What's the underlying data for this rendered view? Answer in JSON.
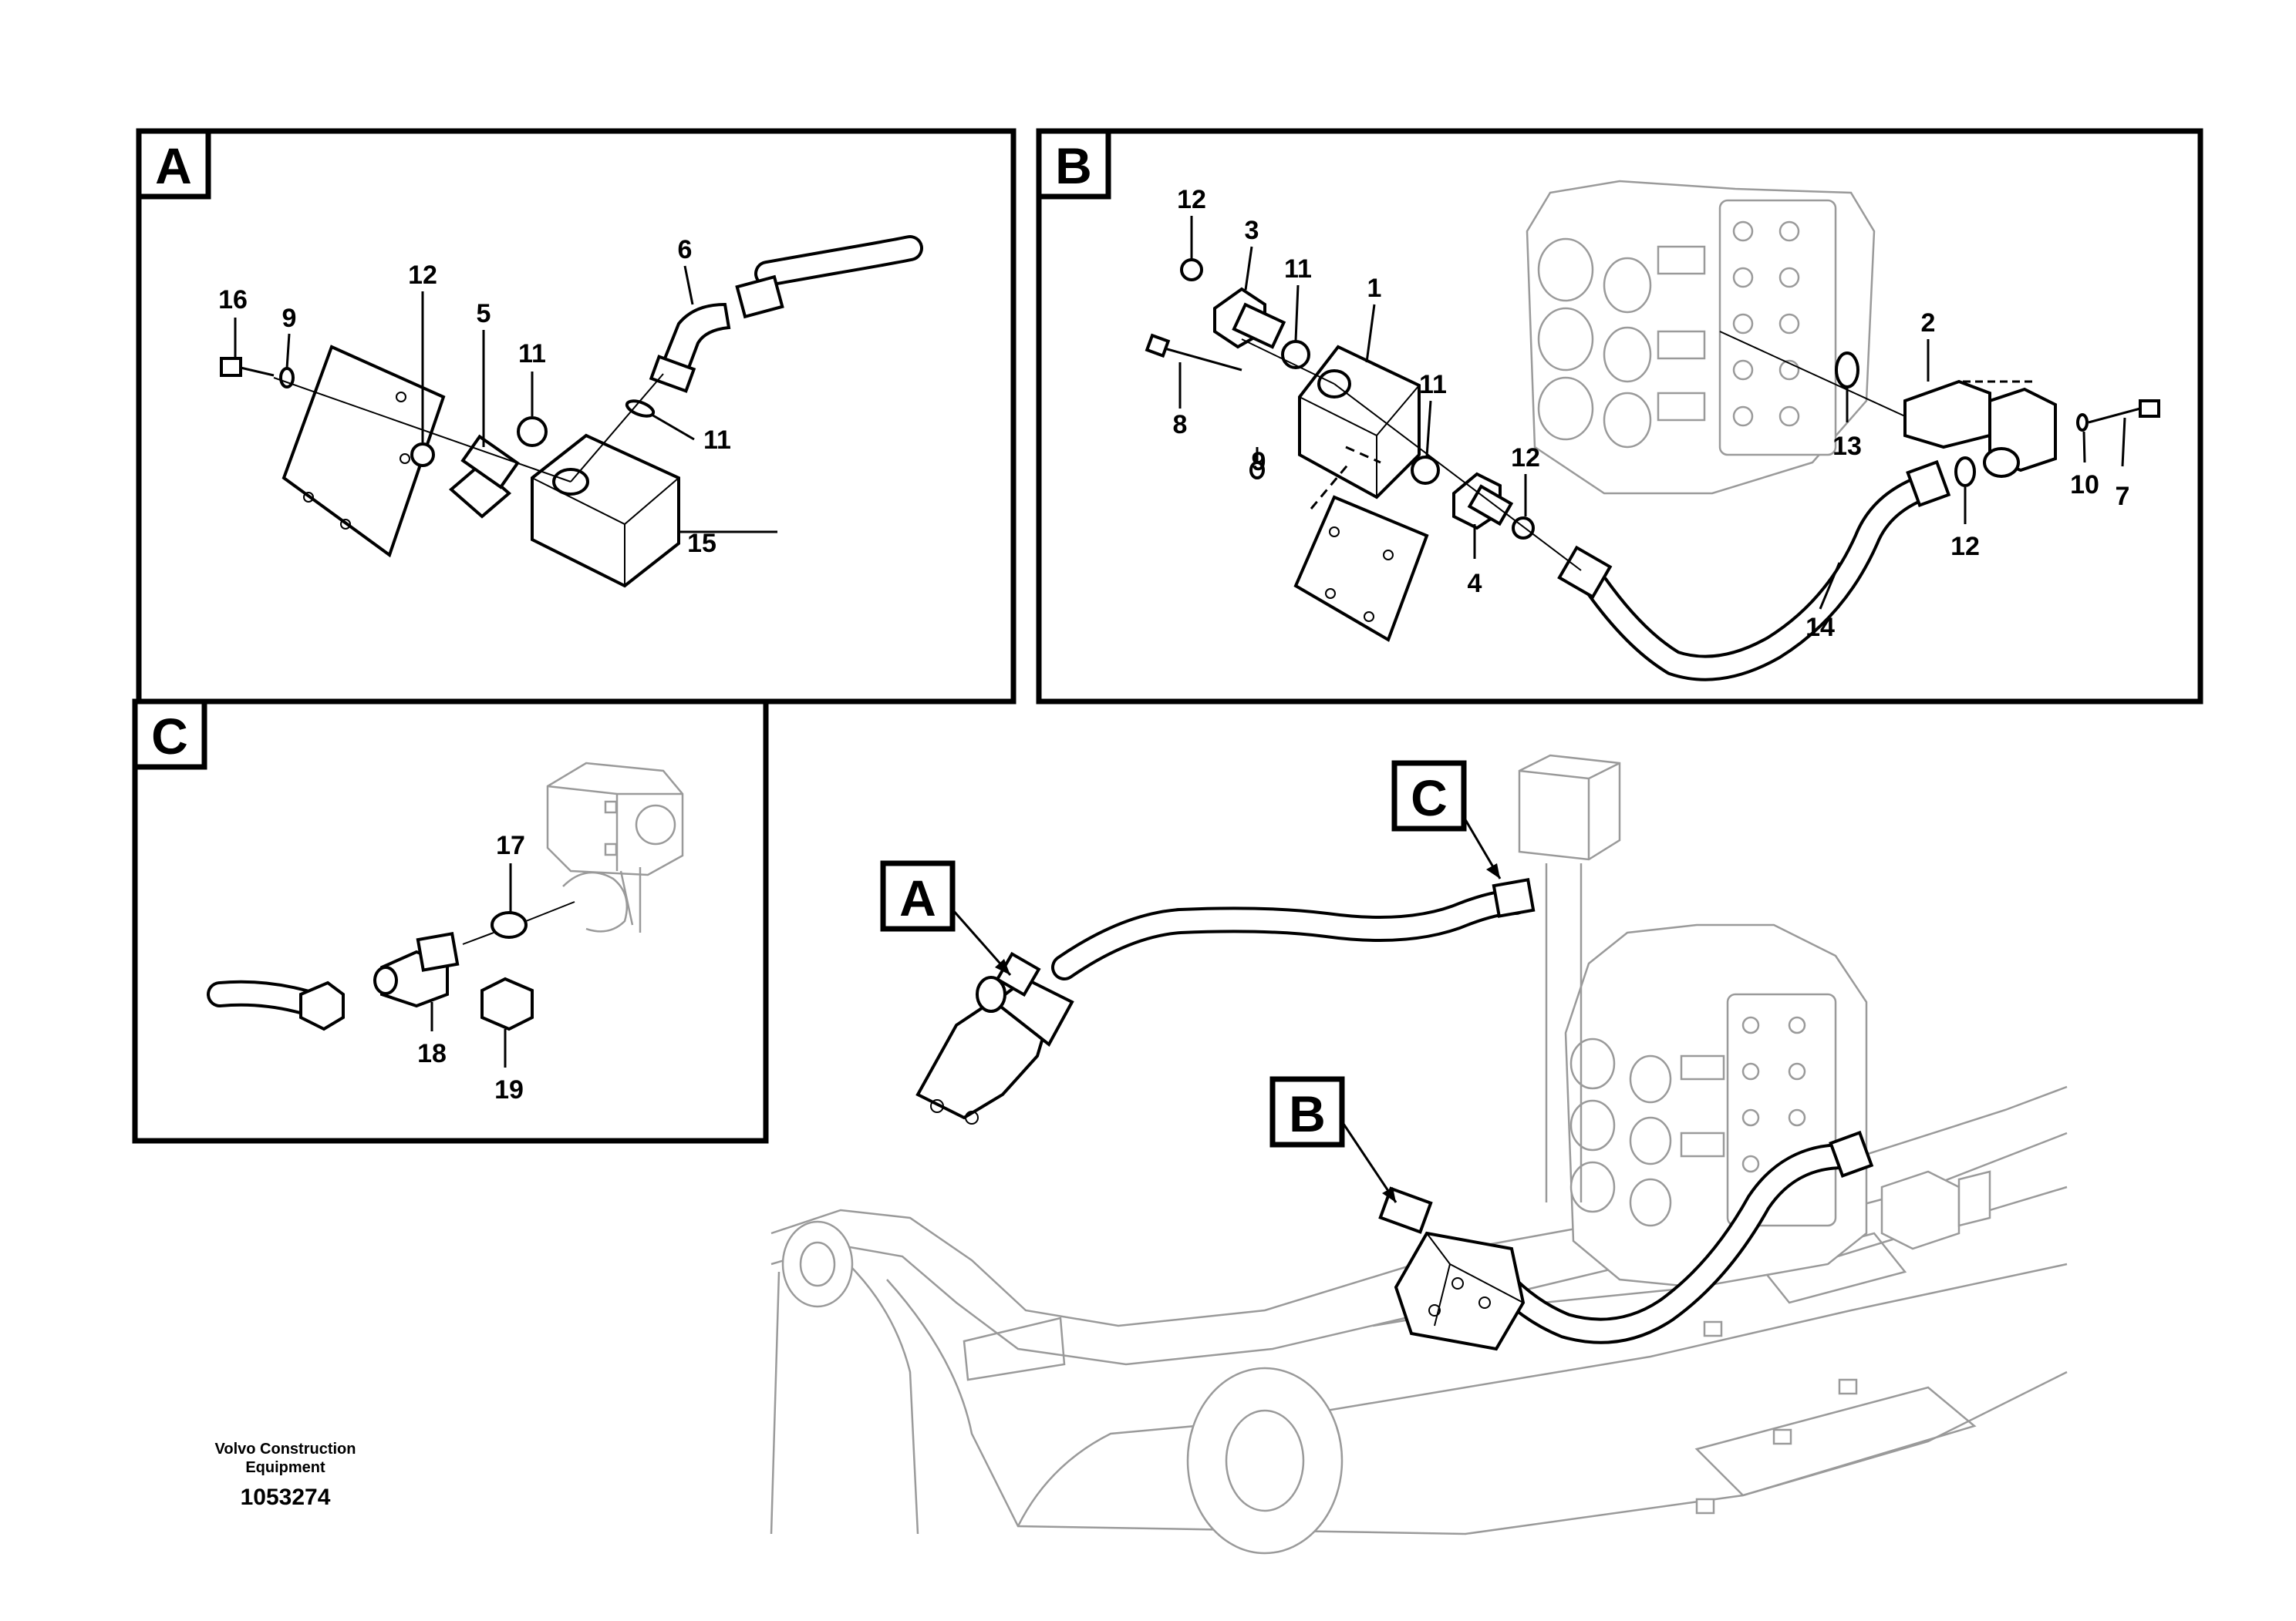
{
  "panels": [
    {
      "tag": "A",
      "labels": [
        "16",
        "9",
        "12",
        "5",
        "11",
        "6",
        "11",
        "15"
      ]
    },
    {
      "tag": "B",
      "labels": [
        "12",
        "3",
        "11",
        "1",
        "8",
        "9",
        "11",
        "12",
        "4",
        "14",
        "2",
        "13",
        "12",
        "10",
        "7"
      ]
    },
    {
      "tag": "C",
      "labels": [
        "17",
        "18",
        "19"
      ]
    }
  ],
  "overview_tags": [
    "A",
    "B",
    "C"
  ],
  "footer": {
    "maker_line1": "Volvo Construction",
    "maker_line2": "Equipment",
    "drawing_number": "1053274"
  }
}
